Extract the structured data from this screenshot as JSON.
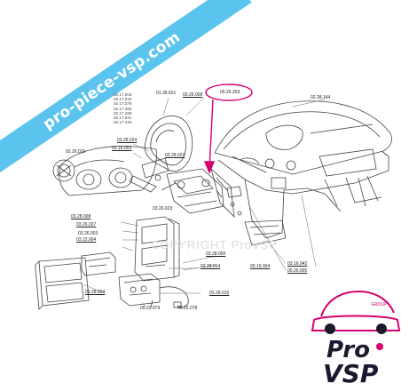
{
  "banner": {
    "text": "pro-piece-vsp.com"
  },
  "watermark": {
    "text": "COPYRIGHT ProVSP"
  },
  "refs": {
    "r1": "02.28.144",
    "r2": "00.26.203",
    "r3": "00.26.008",
    "r4": "01.36.601",
    "r5": "03.28.024",
    "r6": "00.16.003",
    "r7": "03.28.023",
    "r8": "02.26.020",
    "r9": "03.26.023",
    "r10": "03.28.008",
    "r11": "03.26.037",
    "r12": "03.26.003",
    "r13": "03.22.004",
    "r14": "03.28.005",
    "r15": "02.28.014",
    "r16": "00.16.004",
    "r17": "03.16.042",
    "r18": "00.26.005",
    "r19": "03.28.004",
    "r20": "03.28.015",
    "r21": "00.22.079",
    "r22": "00.22.078"
  },
  "ref_list": [
    "02.17.003",
    "02.17.044",
    "02.17.376",
    "02.17.392",
    "02.17.458",
    "02.17.631",
    "02.17.434"
  ],
  "logo": {
    "brand": "Pro VSP",
    "group": "GROUP"
  },
  "colors": {
    "banner": "#5bc4ee",
    "highlight": "#d6006f",
    "line": "#444444",
    "logo_dark": "#1a1a2e"
  }
}
